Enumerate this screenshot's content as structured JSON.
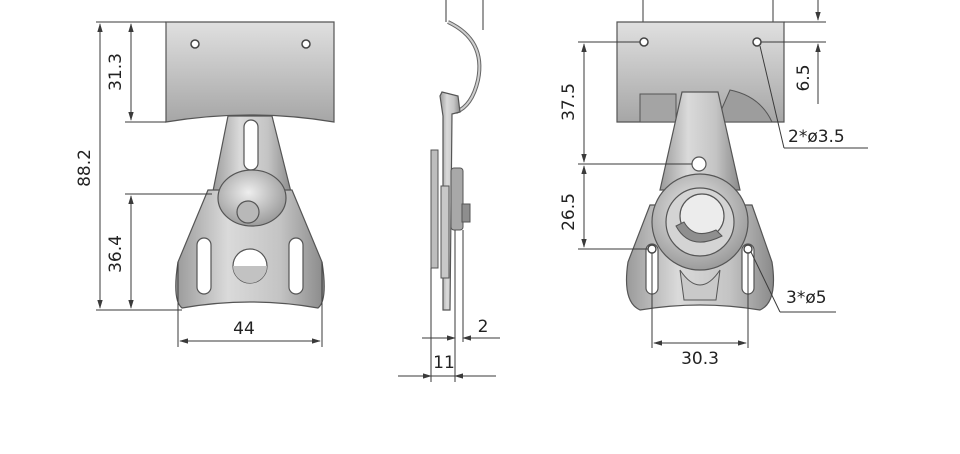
{
  "colors": {
    "metal_light": "#d6d6d6",
    "metal_mid": "#b4b4b4",
    "metal_dark": "#8e8e8e",
    "outline": "#555555",
    "dimension_line": "#3a3a3a",
    "text": "#222222"
  },
  "dimensions": {
    "front_height_top": "31.3",
    "front_height_total": "88.2",
    "front_height_bottom": "36.4",
    "front_width": "44",
    "side_thickness": "11",
    "side_plate": "2",
    "rear_height_upper": "37.5",
    "rear_height_lower": "26.5",
    "rear_hole_offset": "6.5",
    "rear_small_holes": "2*ø3.5",
    "rear_large_holes": "3*ø5",
    "rear_hole_spacing": "30.3"
  }
}
